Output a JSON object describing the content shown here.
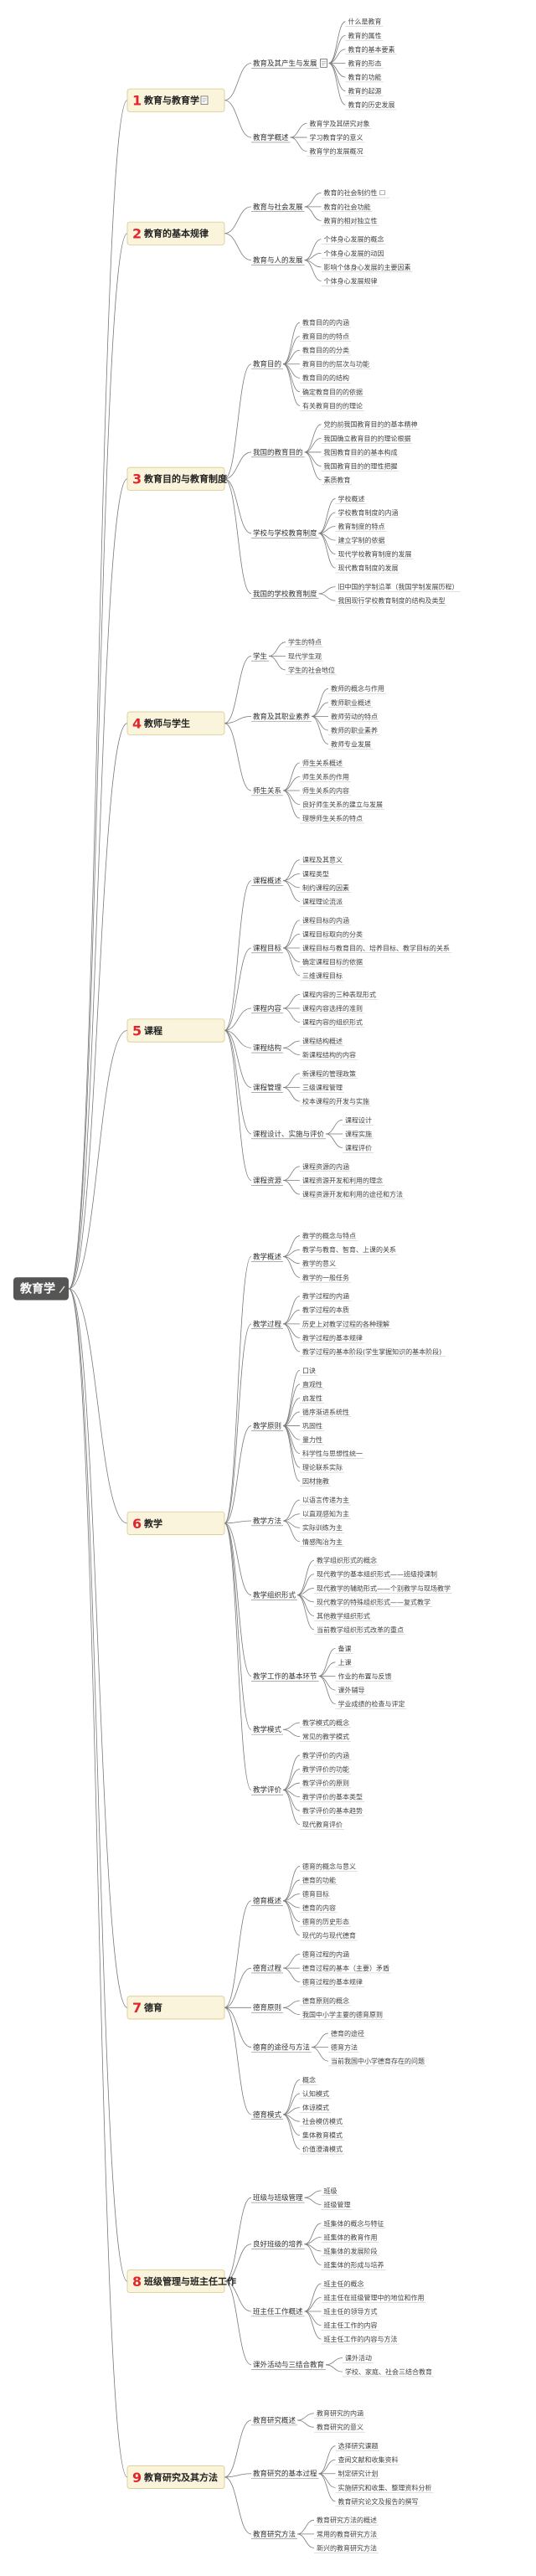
{
  "root": {
    "label": "教育学",
    "icon": "edit-icon"
  },
  "colors": {
    "chapter_box": "#fbf4dc",
    "chapter_border": "#d8c98a",
    "root_box": "#555555",
    "line": "#7a7a7a",
    "number": "#e0262c"
  },
  "chapters": [
    {
      "num": "1",
      "title": "教育与教育学",
      "icon": "note-icon",
      "children": [
        {
          "label": "教育及其产生与发展",
          "icon": "note-icon",
          "children": [
            "什么是教育",
            "教育的属性",
            "教育的基本要素",
            "教育的形态",
            "教育的功能",
            "教育的起源",
            "教育的历史发展"
          ]
        },
        {
          "label": "教育学概述",
          "children": [
            "教育学及其研究对象",
            "学习教育学的意义",
            "教育学的发展概况"
          ]
        }
      ]
    },
    {
      "num": "2",
      "title": "教育的基本规律",
      "children": [
        {
          "label": "教育与社会发展",
          "children": [
            "教育的社会制约性 ☐",
            "教育的社会功能",
            "教育的相对独立性"
          ]
        },
        {
          "label": "教育与人的发展",
          "children": [
            "个体身心发展的概念",
            "个体身心发展的动因",
            "影响个体身心发展的主要因素",
            "个体身心发展规律"
          ]
        }
      ]
    },
    {
      "num": "3",
      "title": "教育目的与教育制度",
      "children": [
        {
          "label": "教育目的",
          "children": [
            "教育目的的内涵",
            "教育目的的特点",
            "教育目的的分类",
            "教育目的的层次与功能",
            "教育目的的结构",
            "确定教育目的的依据",
            "有关教育目的的理论"
          ]
        },
        {
          "label": "我国的教育目的",
          "children": [
            "党的前我国教育目的的基本精神",
            "我国确立教育目的的理论根据",
            "我国教育目的的基本构成",
            "我国教育目的的理性把握",
            "素质教育"
          ]
        },
        {
          "label": "学校与学校教育制度",
          "children": [
            "学校概述",
            "学校教育制度的内涵",
            "教育制度的特点",
            "建立学制的依据",
            "现代学校教育制度的发展",
            "现代教育制度的发展"
          ]
        },
        {
          "label": "我国的学校教育制度",
          "children": [
            "旧中国的学制沿革（我国学制发展历程）",
            "我国现行学校教育制度的结构及类型"
          ]
        }
      ]
    },
    {
      "num": "4",
      "title": "教师与学生",
      "children": [
        {
          "label": "学生",
          "children": [
            "学生的特点",
            "现代学生观",
            "学生的社会地位"
          ]
        },
        {
          "label": "教育及其职业素养",
          "children": [
            "教师的概念与作用",
            "教师职业概述",
            "教师劳动的特点",
            "教师的职业素养",
            "教师专业发展"
          ]
        },
        {
          "label": "师生关系",
          "children": [
            "师生关系概述",
            "师生关系的作用",
            "师生关系的内容",
            "良好师生关系的建立与发展",
            "理想师生关系的特点"
          ]
        }
      ]
    },
    {
      "num": "5",
      "title": "课程",
      "children": [
        {
          "label": "课程概述",
          "children": [
            "课程及其意义",
            "课程类型",
            "制约课程的因素",
            "课程理论流派"
          ]
        },
        {
          "label": "课程目标",
          "children": [
            "课程目标的内涵",
            "课程目标取向的分类",
            "课程目标与教育目的、培养目标、教学目标的关系",
            "确定课程目标的依据",
            "三维课程目标"
          ]
        },
        {
          "label": "课程内容",
          "children": [
            "课程内容的三种表现形式",
            "课程内容选择的准则",
            "课程内容的组织形式"
          ]
        },
        {
          "label": "课程结构",
          "children": [
            "课程结构概述",
            "新课程结构的内容"
          ]
        },
        {
          "label": "课程管理",
          "children": [
            "新课程的管理政策",
            "三级课程管理",
            "校本课程的开发与实施"
          ]
        },
        {
          "label": "课程设计、实施与评价",
          "children": [
            "课程设计",
            "课程实施",
            "课程评价"
          ]
        },
        {
          "label": "课程资源",
          "children": [
            "课程资源的内涵",
            "课程资源开发和利用的理念",
            "课程资源开发和利用的途径和方法"
          ]
        }
      ]
    },
    {
      "num": "6",
      "title": "教学",
      "children": [
        {
          "label": "教学概述",
          "children": [
            "教学的概念与特点",
            "教学与教育、智育、上课的关系",
            "教学的意义",
            "教学的一般任务"
          ]
        },
        {
          "label": "教学过程",
          "children": [
            "教学过程的内涵",
            "教学过程的本质",
            "历史上对教学过程的各种理解",
            "教学过程的基本规律",
            "教学过程的基本阶段(学生掌握知识的基本阶段)"
          ]
        },
        {
          "label": "教学原则",
          "children": [
            "口诀",
            "直观性",
            "启发性",
            "循序渐进系统性",
            "巩固性",
            "量力性",
            "科学性与思想性统一",
            "理论联系实际",
            "因材施教"
          ]
        },
        {
          "label": "教学方法",
          "children": [
            "以语言传递为主",
            "以直观感知为主",
            "实际训练为主",
            "情感陶冶为主"
          ]
        },
        {
          "label": "教学组织形式",
          "children": [
            "教学组织形式的概念",
            "现代教学的基本组织形式——班级授课制",
            "现代教学的辅助形式——个别教学与现场教学",
            "现代教学的特殊组织形式——复式教学",
            "其他教学组织形式",
            "当前教学组织形式改革的重点"
          ]
        },
        {
          "label": "教学工作的基本环节",
          "children": [
            "备课",
            "上课",
            "作业的布置与反馈",
            "课外辅导",
            "学业成绩的检查与评定"
          ]
        },
        {
          "label": "教学模式",
          "children": [
            "教学模式的概念",
            "常见的教学模式"
          ]
        },
        {
          "label": "教学评价",
          "children": [
            "教学评价的内涵",
            "教学评价的功能",
            "教学评价的原则",
            "教学评价的基本类型",
            "教学评价的基本趋势",
            "现代教育评价"
          ]
        }
      ]
    },
    {
      "num": "7",
      "title": "德育",
      "children": [
        {
          "label": "德育概述",
          "children": [
            "德育的概念与意义",
            "德育的功能",
            "德育目标",
            "德育的内容",
            "德育的历史形态",
            "现代的与现代德育"
          ]
        },
        {
          "label": "德育过程",
          "children": [
            "德育过程的内涵",
            "德育过程的基本（主要）矛盾",
            "德育过程的基本规律"
          ]
        },
        {
          "label": "德育原则",
          "children": [
            "德育原则的概念",
            "我国中小学主要的德育原则"
          ]
        },
        {
          "label": "德育的途径与方法",
          "children": [
            "德育的途径",
            "德育方法",
            "当前我国中小学德育存在的问题"
          ]
        },
        {
          "label": "德育模式",
          "children": [
            "概念",
            "认知模式",
            "体谅模式",
            "社会模仿模式",
            "集体教育模式",
            "价值澄清模式"
          ]
        }
      ]
    },
    {
      "num": "8",
      "title": "班级管理与班主任工作",
      "children": [
        {
          "label": "班级与班级管理",
          "children": [
            "班级",
            "班级管理"
          ]
        },
        {
          "label": "良好班级的培养",
          "children": [
            "班集体的概念与特征",
            "班集体的教育作用",
            "班集体的发展阶段",
            "班集体的形成与培养"
          ]
        },
        {
          "label": "班主任工作概述",
          "children": [
            "班主任的概念",
            "班主任在班级管理中的地位和作用",
            "班主任的领导方式",
            "班主任工作的内容",
            "班主任工作的内容与方法"
          ]
        },
        {
          "label": "课外活动与三结合教育",
          "children": [
            "课外活动",
            "学校、家庭、社会三结合教育"
          ]
        }
      ]
    },
    {
      "num": "9",
      "title": "教育研究及其方法",
      "children": [
        {
          "label": "教育研究概述",
          "children": [
            "教育研究的内涵",
            "教育研究的意义"
          ]
        },
        {
          "label": "教育研究的基本过程",
          "children": [
            "选择研究课题",
            "查阅文献和收集资料",
            "制定研究计划",
            "实施研究和收集、整理资料分析",
            "教育研究论文及报告的撰写"
          ]
        },
        {
          "label": "教育研究方法",
          "children": [
            "教育研究方法的概述",
            "常用的教育研究方法",
            "新兴的教育研究方法"
          ]
        }
      ]
    }
  ]
}
